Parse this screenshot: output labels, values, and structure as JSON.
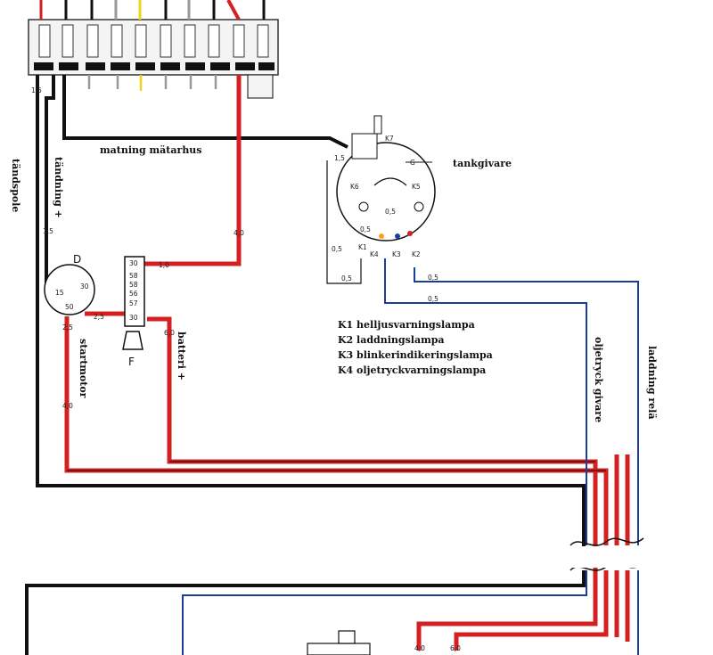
{
  "labels": {
    "matning": "matning  mätarhus",
    "tankgivare": "tankgivare",
    "tandspole": "tändspole",
    "tandning": "tändning +",
    "startmotor": "startmotor",
    "batteri": "batteri +",
    "oljetryck": "oljetryck givare",
    "laddning_rela": "laddning relä"
  },
  "legend": [
    "K1 helljusvarningslampa",
    "K2 laddningslampa",
    "K3 blinkerindikeringslampa",
    "K4 oljetryckvarningslampa"
  ],
  "components": {
    "distributor": "D",
    "starter": "F",
    "distributor_terminals": [
      "15",
      "30",
      "50"
    ],
    "starter_terminals": [
      "30",
      "58",
      "58",
      "56",
      "57",
      "30"
    ],
    "gauge_lamps": [
      "K7",
      "K6",
      "K5",
      "K4",
      "K3",
      "K2",
      "K1",
      "G"
    ]
  },
  "wire_sizes": [
    "1,5",
    "1,5",
    "1,5",
    "4,0",
    "0,5",
    "0,5",
    "0,5",
    "0,5",
    "0,5",
    "0,5",
    "2,5",
    "2,5",
    "4,0",
    "6,0",
    "4,0",
    "6,0",
    "1,0"
  ],
  "colors": {
    "red": "#d42020",
    "black": "#111111",
    "blue": "#1a3f9a",
    "yellow": "#f2d31b",
    "grey": "#9a9a9a"
  }
}
